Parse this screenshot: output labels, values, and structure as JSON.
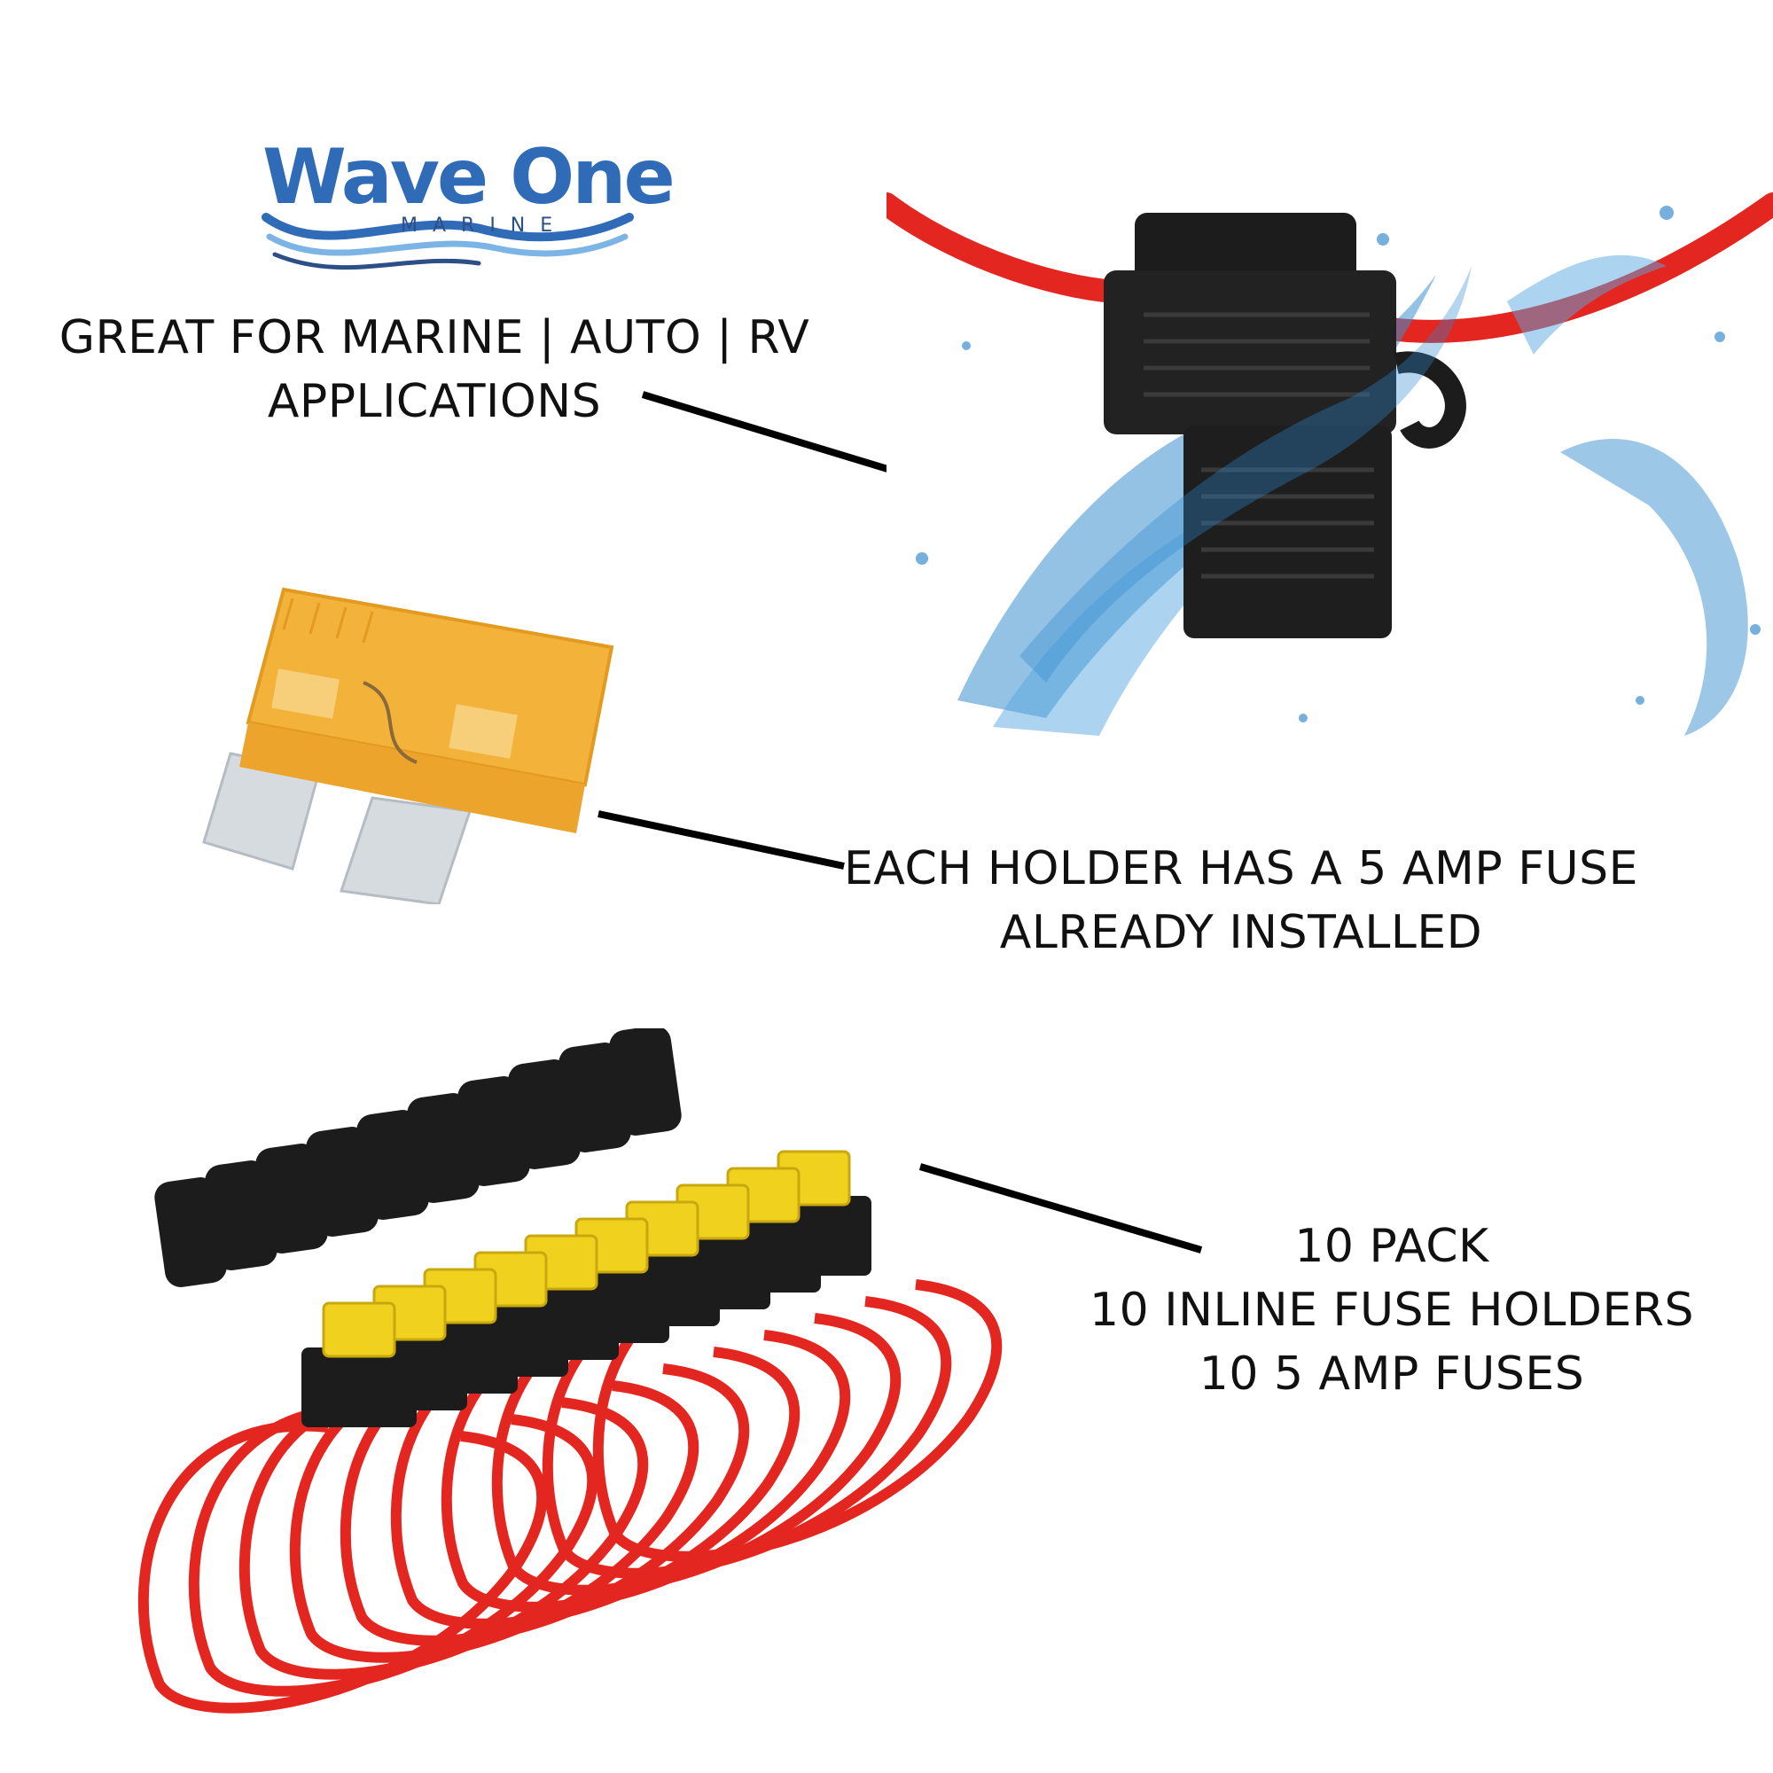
{
  "brand": {
    "logo_main": "Wave One",
    "logo_sub": "MARINE",
    "colors": {
      "blue": "#2f6bb7",
      "wave_light": "#7db4e6",
      "dark_blue": "#2b4f86"
    }
  },
  "callouts": {
    "applications": {
      "line1": "GREAT FOR MARINE | AUTO | RV",
      "line2": "APPLICATIONS"
    },
    "fuse": {
      "line1": "EACH HOLDER HAS A 5 AMP FUSE",
      "line2": "ALREADY INSTALLED"
    },
    "pack": {
      "line1": "10 PACK",
      "line2": "10 INLINE FUSE HOLDERS",
      "line3": "10 5 AMP FUSES"
    }
  },
  "images": {
    "waterproof_holder": "waterproof-fuse-holder-photo",
    "blade_fuse": "orange-blade-fuse-photo",
    "ten_pack": "ten-pack-fuse-holders-photo"
  },
  "colors": {
    "wire_red": "#e3261f",
    "holder_black": "#1c1c1c",
    "fuse_orange": "#f3b23a",
    "fuse_yellow": "#f0d21e",
    "water": "#3a8fd0"
  }
}
